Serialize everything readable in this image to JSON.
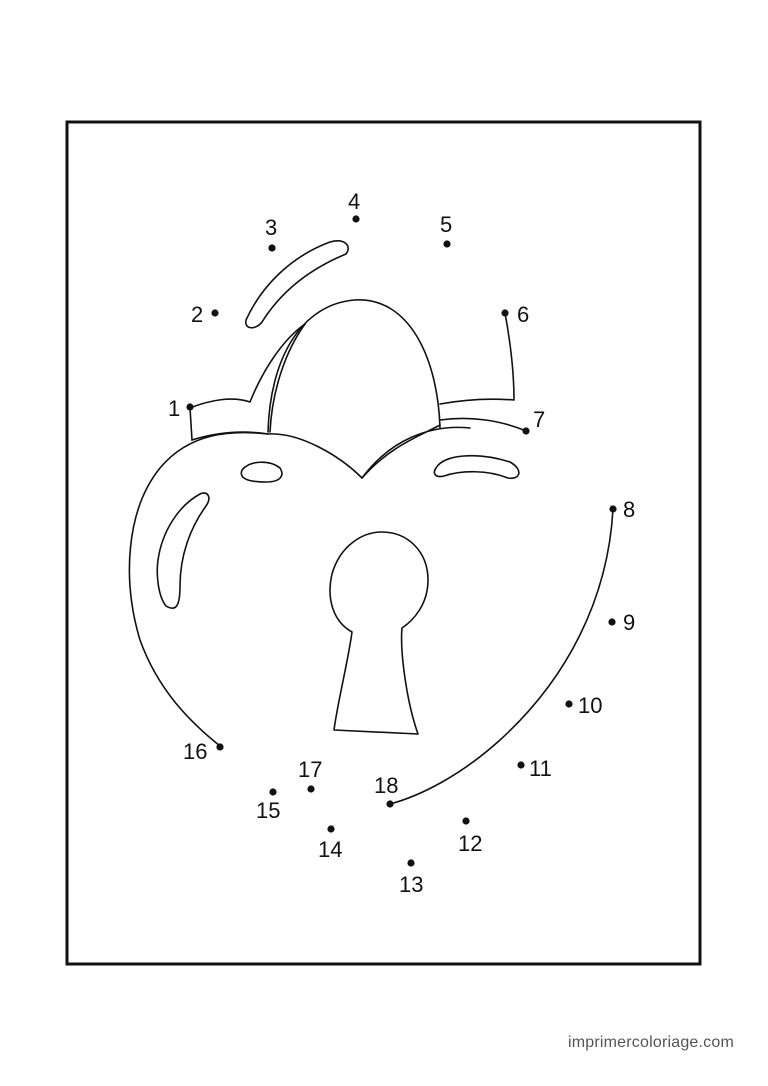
{
  "worksheet": {
    "dots": [
      {
        "label": "1"
      },
      {
        "label": "2"
      },
      {
        "label": "3"
      },
      {
        "label": "4"
      },
      {
        "label": "5"
      },
      {
        "label": "6"
      },
      {
        "label": "7"
      },
      {
        "label": "8"
      },
      {
        "label": "9"
      },
      {
        "label": "10"
      },
      {
        "label": "11"
      },
      {
        "label": "12"
      },
      {
        "label": "13"
      },
      {
        "label": "14"
      },
      {
        "label": "15"
      },
      {
        "label": "16"
      },
      {
        "label": "17"
      },
      {
        "label": "18"
      }
    ]
  },
  "footer": {
    "watermark": "imprimercoloriage.com"
  },
  "colors": {
    "ink": "#111111",
    "paper": "#ffffff",
    "watermark": "#555555"
  }
}
